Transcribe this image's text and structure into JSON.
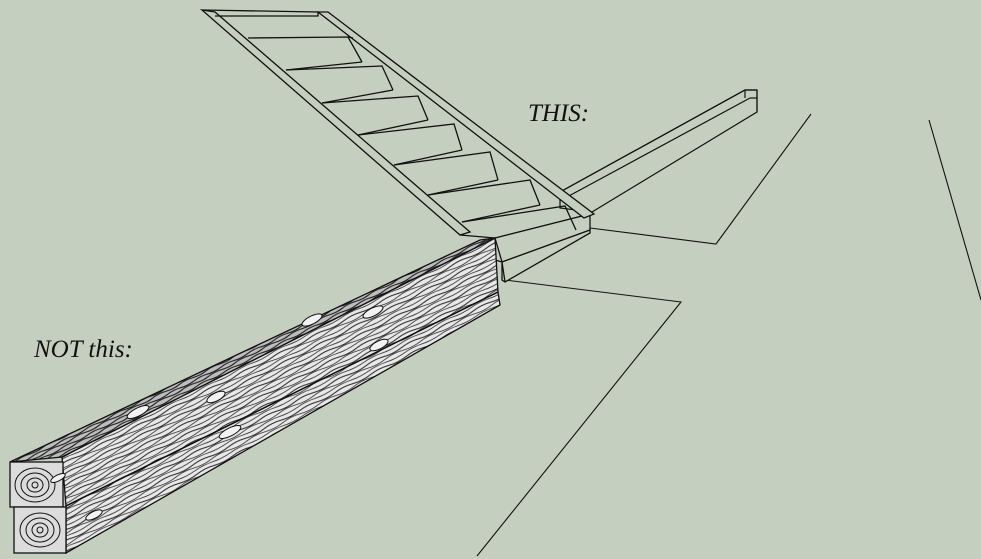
{
  "canvas": {
    "background": "#c5cfbf",
    "line_color": "#111111"
  },
  "labels": {
    "this": "THIS:",
    "not_this": "NOT this:"
  },
  "objects": [
    {
      "id": "staircase",
      "description_name": "stair-stringer-assembly"
    },
    {
      "id": "thin-board",
      "description_name": "thin-wall-plate"
    },
    {
      "id": "stacked-timbers",
      "description_name": "double-wood-beam"
    }
  ]
}
